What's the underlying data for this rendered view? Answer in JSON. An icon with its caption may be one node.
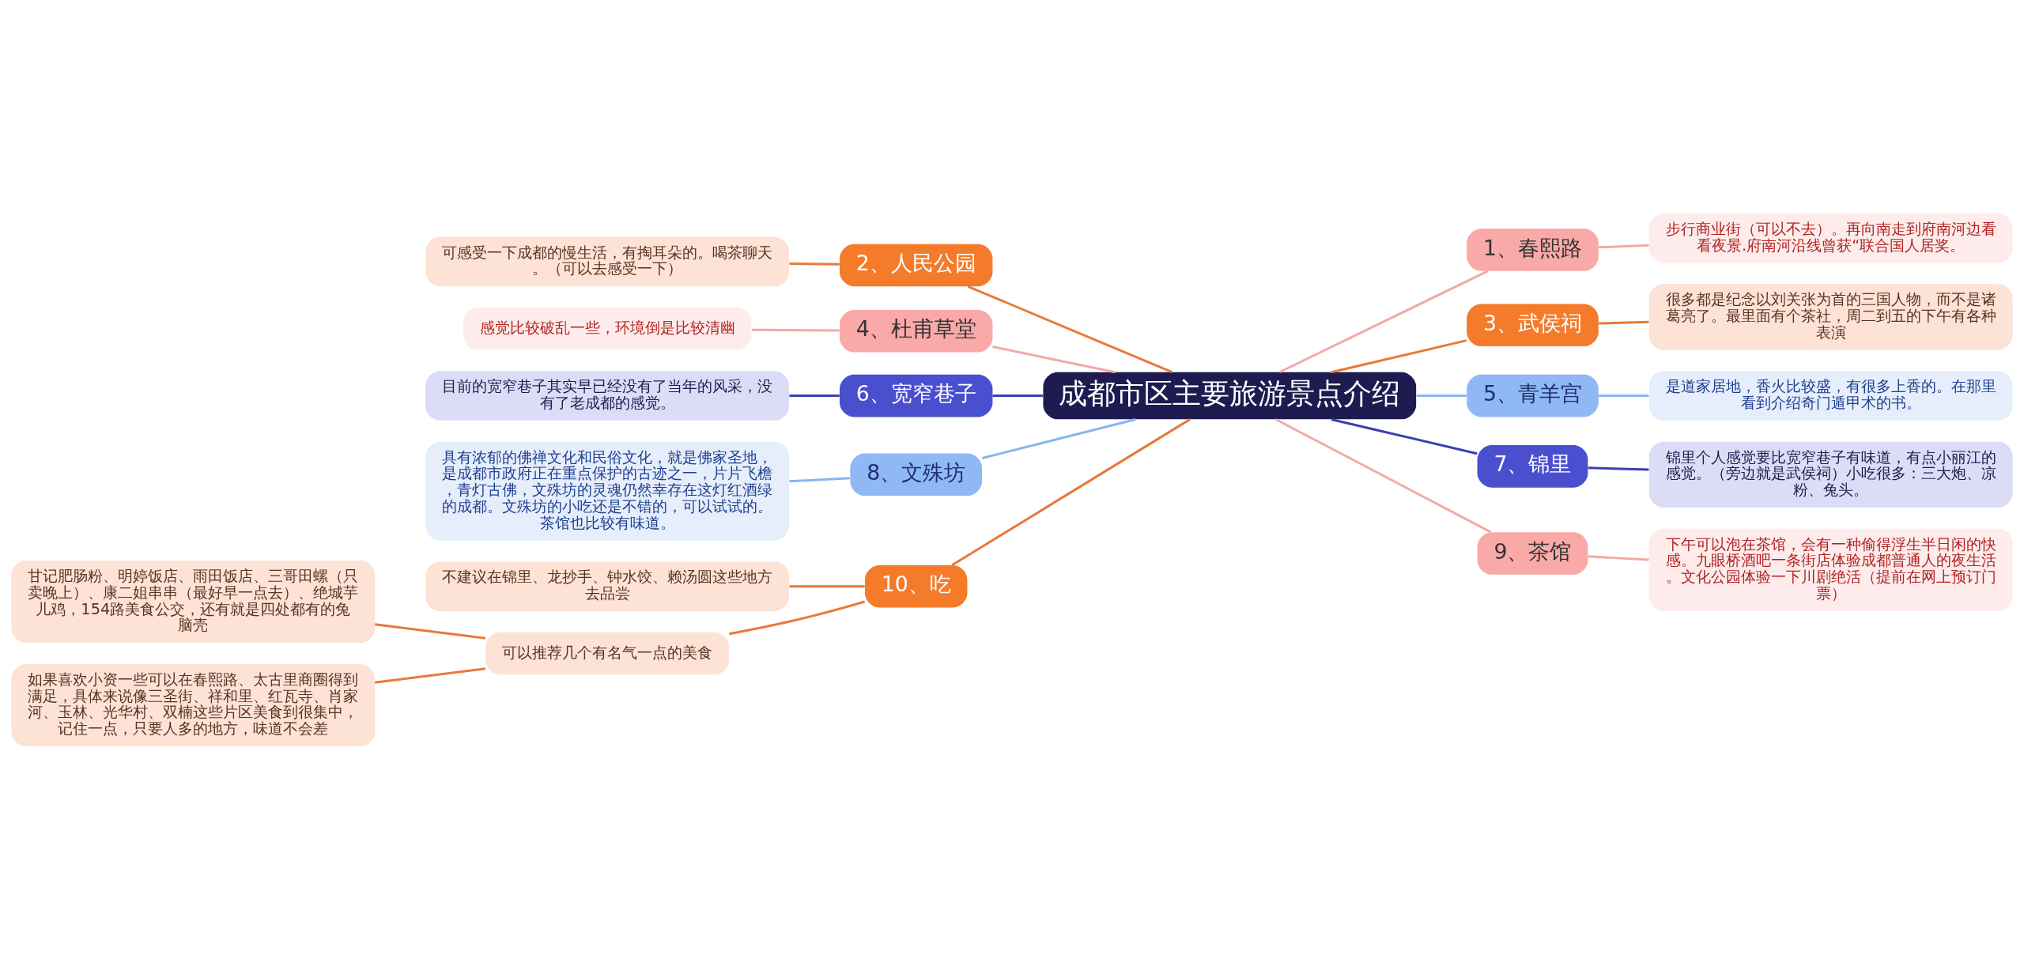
{
  "diagram": {
    "nodes": [
      {
        "text": [
          "成都市区主要旅游景点介绍"
        ]
      },
      {
        "text": [
          "1、春熙路"
        ]
      },
      {
        "text": [
          "步行商业街（可以不去）。再向南走到府南河边看看夜景.府南河沿线曾获“联合国人居奖。"
        ]
      },
      {
        "text": [
          "3、武侯祠"
        ]
      },
      {
        "text": [
          "很多都是纪念以刘关张为首的三国人物，而不是诸葛亮了。最里面有个茶社，周二到五的下午有各种表演"
        ]
      },
      {
        "text": [
          "5、青羊宫"
        ]
      },
      {
        "text": [
          "是道家居地，香火比较盛，有很多上香的。在那里看到介绍奇门遁甲术的书。"
        ]
      },
      {
        "text": [
          "7、锦里"
        ]
      },
      {
        "text": [
          "锦里个人感觉要比宽窄巷子有味道，有点小丽江的感觉。（旁边就是武侯祠）小吃很多：三大炮、凉粉、兔头。"
        ]
      },
      {
        "text": [
          "9、茶馆"
        ]
      },
      {
        "text": [
          "下午可以泡在茶馆，会有一种偷得浮生半日闲的快感。九眼桥酒吧一条街店体验成都普通人的夜生活。文化公园体验一下川剧绝活（提前在网上预订门票）"
        ]
      },
      {
        "text": [
          "2、人民公园"
        ]
      },
      {
        "text": [
          "可感受一下成都的慢生活，有掏耳朵的。喝茶聊天。（可以去感受一下）"
        ]
      },
      {
        "text": [
          "4、杜甫草堂"
        ]
      },
      {
        "text": [
          "感觉比较破乱一些，环境倒是比较清幽"
        ]
      },
      {
        "text": [
          "6、宽窄巷子"
        ]
      },
      {
        "text": [
          "目前的宽窄巷子其实早已经没有了当年的风采，没有了老成都的感觉。"
        ]
      },
      {
        "text": [
          "8、文殊坊"
        ]
      },
      {
        "text": [
          "具有浓郁的佛禅文化和民俗文化，就是佛家圣地，是成都市政府正在重点保护的古迹之一，片片飞檐，青灯古佛，文殊坊的灵魂仍然幸存在这灯红酒绿的成都。文殊坊的小吃还是不错的，可以试试的。茶馆也比较有味道。"
        ]
      },
      {
        "text": [
          "10、吃"
        ]
      },
      {
        "text": [
          "不建议在锦里、龙抄手、钟水饺、赖汤圆这些地方去品尝"
        ]
      },
      {
        "text": [
          "可以推荐几个有名气一点的美食"
        ]
      },
      {
        "text": [
          "甘记肥肠粉、明婷饭店、雨田饭店、三哥田螺（只卖晚上）、康二姐串串（最好早一点去）、绝城芋儿鸡，154路美食公交，还有就是四处都有的兔脑壳"
        ]
      },
      {
        "text": [
          "如果喜欢小资一些可以在春熙路、太古里商圈得到满足，具体来说像三圣街、祥和里、红瓦寺、肖家河、玉林、光华村、双楠这些片区美食到很集中，记住一点，只要人多的地方，味道不会差"
        ]
      }
    ],
    "edges": [
      {
        "from": 0,
        "to": 1,
        "arrow": "none",
        "color": "#f2a9a6"
      },
      {
        "from": 1,
        "to": 2,
        "arrow": "none",
        "color": "#f2a9a6"
      },
      {
        "from": 0,
        "to": 3,
        "arrow": "none"
      },
      {
        "from": 3,
        "to": 4,
        "arrow": "none"
      },
      {
        "from": 0,
        "to": 5,
        "arrow": "none",
        "color": "#8ab4f0"
      },
      {
        "from": 5,
        "to": 6,
        "arrow": "none",
        "color": "#8ab4f0"
      },
      {
        "from": 0,
        "to": 7,
        "arrow": "none",
        "color": "#3b3fb5"
      },
      {
        "from": 7,
        "to": 8,
        "arrow": "none",
        "color": "#3b3fb5"
      },
      {
        "from": 0,
        "to": 9,
        "arrow": "none",
        "color": "#f2a9a6"
      },
      {
        "from": 9,
        "to": 10,
        "arrow": "none",
        "color": "#f2a9a6"
      },
      {
        "from": 0,
        "to": 11,
        "arrow": "none"
      },
      {
        "from": 11,
        "to": 12,
        "arrow": "none"
      },
      {
        "from": 0,
        "to": 13,
        "arrow": "none",
        "color": "#f2a9a6"
      },
      {
        "from": 13,
        "to": 14,
        "arrow": "none",
        "color": "#f2a9a6"
      },
      {
        "from": 0,
        "to": 15,
        "arrow": "none",
        "color": "#3b3fb5"
      },
      {
        "from": 15,
        "to": 16,
        "arrow": "none",
        "color": "#3b3fb5"
      },
      {
        "from": 0,
        "to": 17,
        "arrow": "none",
        "color": "#8ab4f0"
      },
      {
        "from": 17,
        "to": 18,
        "arrow": "none",
        "color": "#8ab4f0"
      },
      {
        "from": 0,
        "to": 19,
        "arrow": "none"
      },
      {
        "from": 19,
        "to": 20,
        "arrow": "none"
      },
      {
        "from": 19,
        "to": 21,
        "arrow": "none"
      },
      {
        "from": 21,
        "to": 22,
        "arrow": "none"
      },
      {
        "from": 21,
        "to": 23,
        "arrow": "none"
      }
    ]
  }
}
